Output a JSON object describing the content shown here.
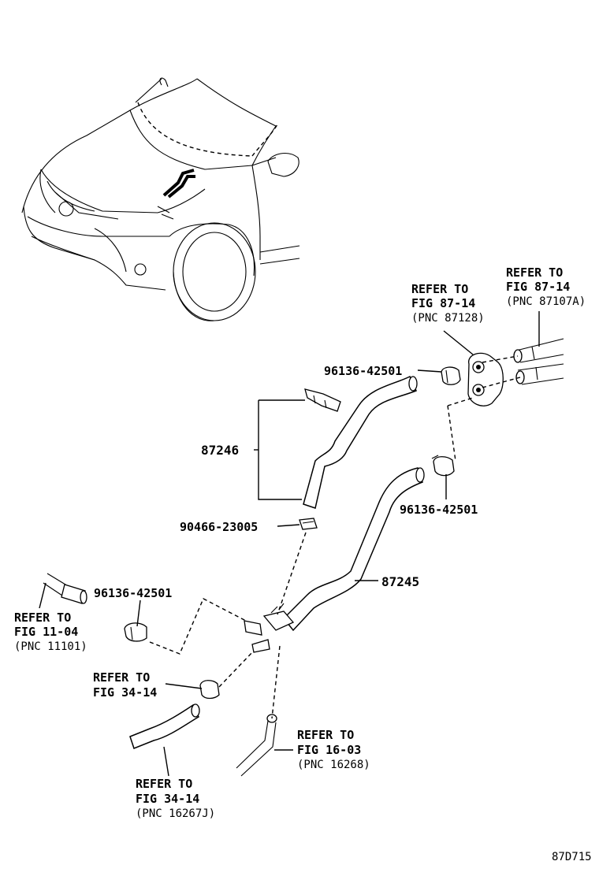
{
  "parts": {
    "hose_87246": "87246",
    "hose_87245": "87245",
    "clamp_top": "96136-42501",
    "clamp_right": "96136-42501",
    "clamp_left": "96136-42501",
    "clip_90466": "90466-23005"
  },
  "refs": {
    "fig87_14_a": {
      "line1": "REFER TO",
      "line2": "FIG 87-14",
      "line3": "(PNC 87128)"
    },
    "fig87_14_b": {
      "line1": "REFER TO",
      "line2": "FIG 87-14",
      "line3": "(PNC 87107A)"
    },
    "fig11_04": {
      "line1": "REFER TO",
      "line2": "FIG 11-04",
      "line3": "(PNC 11101)"
    },
    "fig34_14_a": {
      "line1": "REFER TO",
      "line2": "FIG 34-14"
    },
    "fig16_03": {
      "line1": "REFER TO",
      "line2": "FIG 16-03",
      "line3": "(PNC 16268)"
    },
    "fig34_14_b": {
      "line1": "REFER TO",
      "line2": "FIG 34-14",
      "line3": "(PNC 16267J)"
    }
  },
  "diagram_code": "87D715"
}
